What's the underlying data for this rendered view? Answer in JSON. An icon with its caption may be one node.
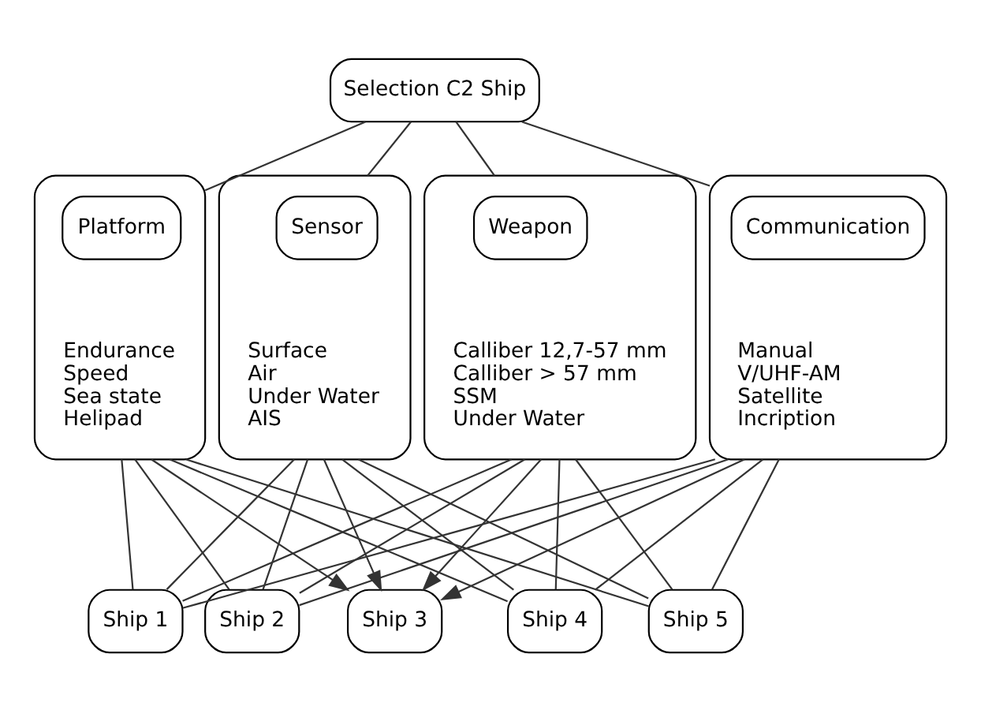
{
  "diagram": {
    "nodes": [
      {
        "text": [
          "Selection C2 Ship"
        ]
      },
      {
        "text": [
          "Endurance",
          "Speed",
          "Sea state",
          "Helipad"
        ]
      },
      {
        "text": [
          "Platform"
        ],
        "in": 1
      },
      {
        "text": [
          "Surface",
          "Air",
          "Under Water",
          "AIS"
        ]
      },
      {
        "text": [
          "Sensor"
        ],
        "in": 3
      },
      {
        "text": [
          "Calliber 12,7-57 mm",
          "Calliber > 57 mm",
          "SSM",
          "Under Water"
        ]
      },
      {
        "text": [
          "Weapon"
        ],
        "in": 5
      },
      {
        "text": [
          "Manual",
          "V/UHF-AM",
          "Satellite",
          "Incription"
        ]
      },
      {
        "text": [
          "Communication"
        ],
        "in": 7
      },
      {
        "text": [
          "Ship 1"
        ]
      },
      {
        "text": [
          "Ship 2"
        ]
      },
      {
        "text": [
          "Ship 3"
        ]
      },
      {
        "text": [
          "Ship 4"
        ]
      },
      {
        "text": [
          "Ship 5"
        ]
      }
    ],
    "edges": [
      {
        "from": 0,
        "to": 1,
        "arrow": "none"
      },
      {
        "from": 0,
        "to": 3,
        "arrow": "none"
      },
      {
        "from": 0,
        "to": 5,
        "arrow": "none"
      },
      {
        "from": 0,
        "to": 7,
        "arrow": "none"
      },
      {
        "from": 1,
        "to": 9,
        "arrow": "none"
      },
      {
        "from": 1,
        "to": 10,
        "arrow": "none"
      },
      {
        "from": 1,
        "to": 11,
        "arrow": "to"
      },
      {
        "from": 1,
        "to": 12,
        "arrow": "none"
      },
      {
        "from": 1,
        "to": 13,
        "arrow": "none"
      },
      {
        "from": 3,
        "to": 9,
        "arrow": "none"
      },
      {
        "from": 3,
        "to": 10,
        "arrow": "none"
      },
      {
        "from": 3,
        "to": 11,
        "arrow": "to"
      },
      {
        "from": 3,
        "to": 12,
        "arrow": "none"
      },
      {
        "from": 3,
        "to": 13,
        "arrow": "none"
      },
      {
        "from": 5,
        "to": 9,
        "arrow": "none"
      },
      {
        "from": 5,
        "to": 10,
        "arrow": "none"
      },
      {
        "from": 5,
        "to": 11,
        "arrow": "to"
      },
      {
        "from": 5,
        "to": 12,
        "arrow": "none"
      },
      {
        "from": 5,
        "to": 13,
        "arrow": "none"
      },
      {
        "from": 7,
        "to": 9,
        "arrow": "none"
      },
      {
        "from": 7,
        "to": 10,
        "arrow": "none"
      },
      {
        "from": 7,
        "to": 11,
        "arrow": "to"
      },
      {
        "from": 7,
        "to": 12,
        "arrow": "none"
      },
      {
        "from": 7,
        "to": 13,
        "arrow": "none"
      }
    ]
  }
}
